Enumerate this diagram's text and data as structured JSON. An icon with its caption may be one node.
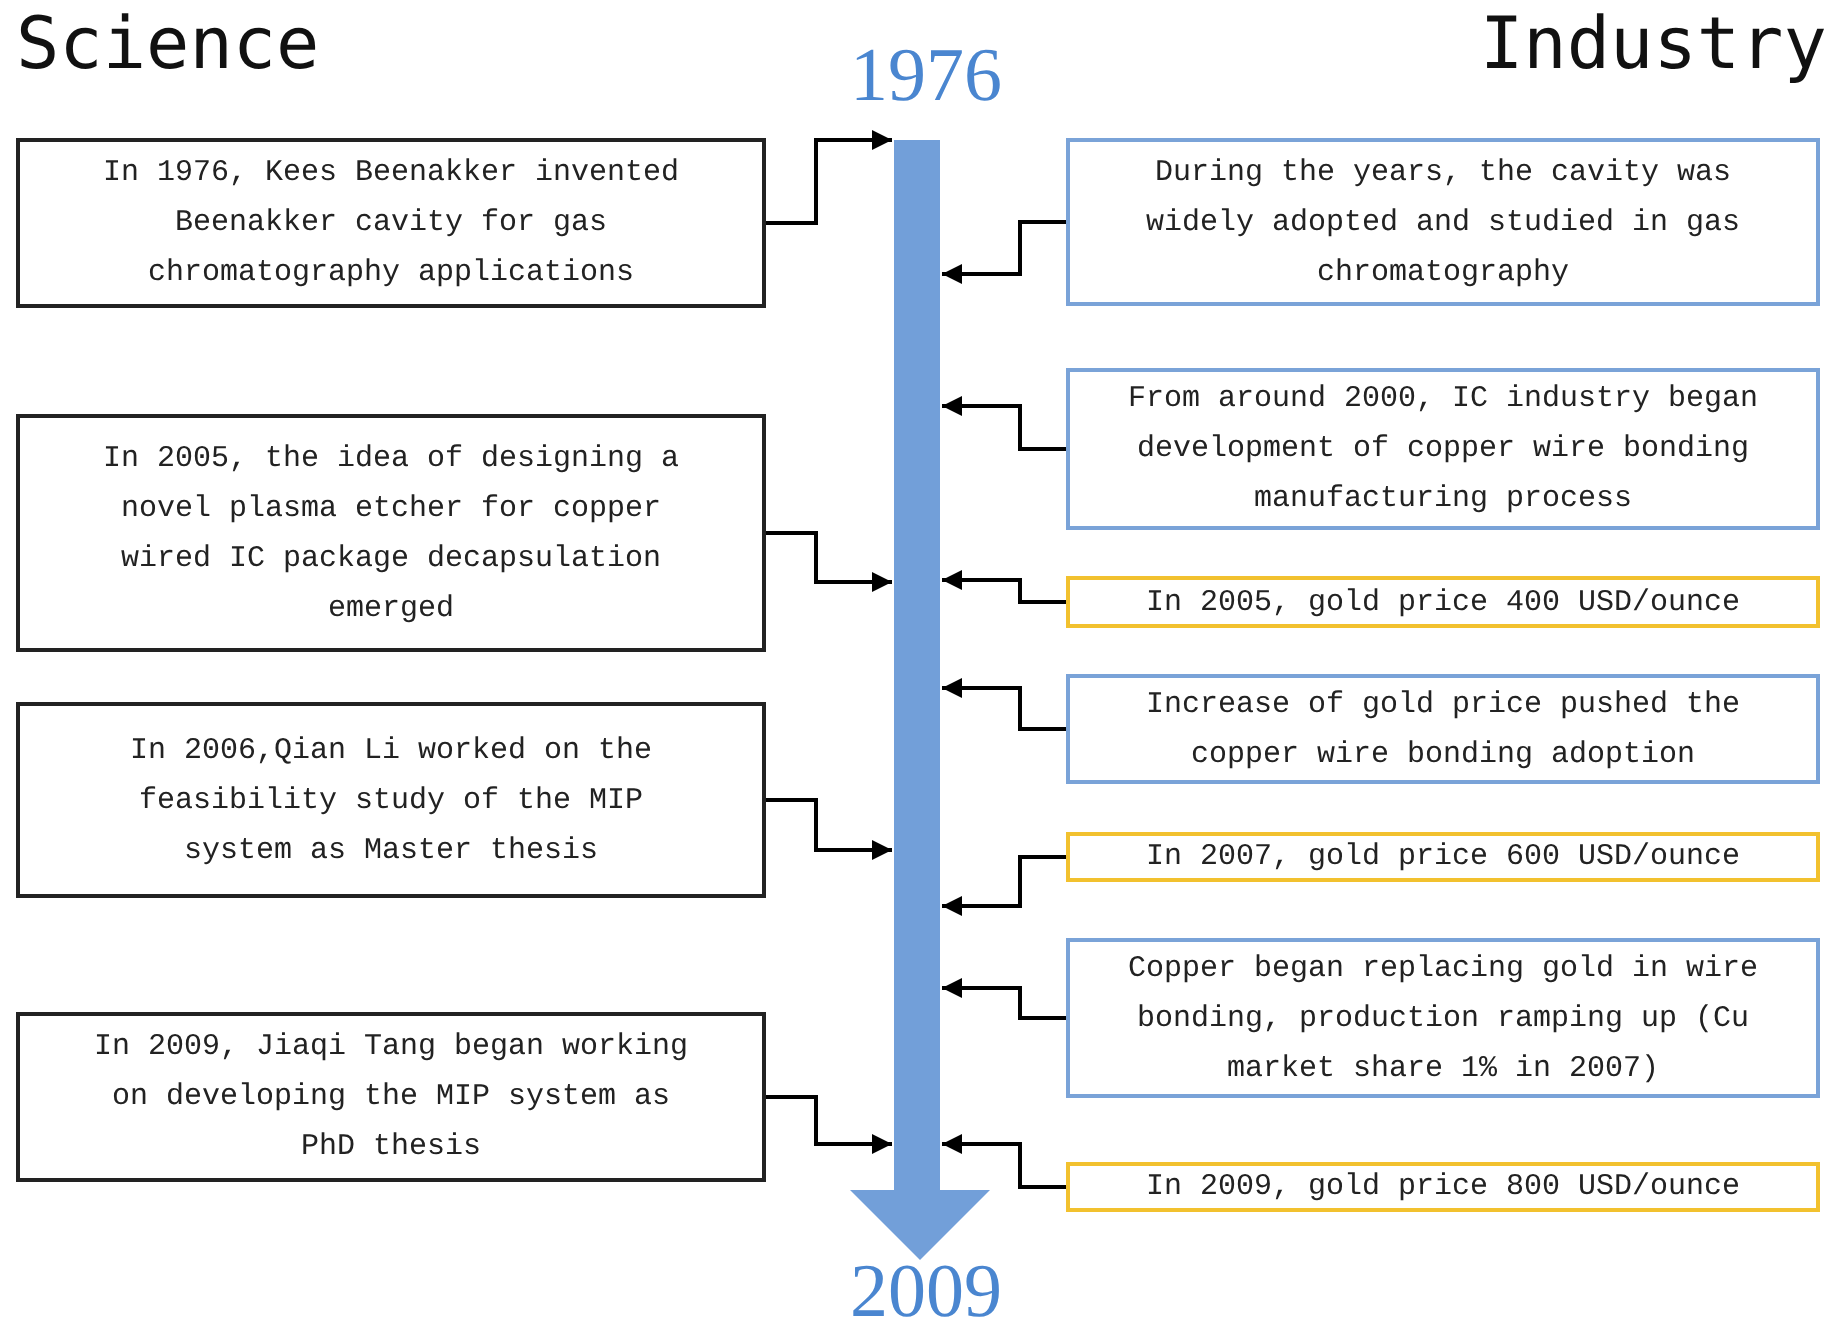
{
  "diagram": {
    "nodes": [
      {
        "text": [
          "1976",
          "2009"
        ]
      },
      {
        "text": [
          "In 1976, Kees Beenakker invented Beenakker cavity for gas chromatography applications"
        ]
      },
      {
        "text": [
          "In 2005, the idea of designing a novel plasma etcher for copper wired IC package decapsulation emerged"
        ]
      },
      {
        "text": [
          "In 2006,Qian Li worked on the feasibility study of the MIP system as Master thesis"
        ]
      },
      {
        "text": [
          "In 2009, Jiaqi Tang began working on developing the MIP system as PhD thesis"
        ]
      },
      {
        "text": [
          "During the years, the cavity was widely adopted and studied in gas chromatography"
        ]
      },
      {
        "text": [
          "From around 2000, IC industry began development of copper wire bonding manufacturing process"
        ]
      },
      {
        "text": [
          "In 2005, gold price 400 USD/ounce"
        ]
      },
      {
        "text": [
          "Increase of gold price pushed the copper wire bonding adoption"
        ]
      },
      {
        "text": [
          "In 2007, gold price 600 USD/ounce"
        ]
      },
      {
        "text": [
          "Copper began replacing gold in wire bonding, production ramping up (Cu market share 1% in 2007)"
        ]
      },
      {
        "text": [
          "In 2009, gold price 800 USD/ounce"
        ]
      }
    ],
    "edges": [
      {
        "from": 1,
        "to": 0,
        "arrow": "to"
      },
      {
        "from": 2,
        "to": 0,
        "arrow": "to"
      },
      {
        "from": 3,
        "to": 0,
        "arrow": "to"
      },
      {
        "from": 4,
        "to": 0,
        "arrow": "to"
      },
      {
        "from": 5,
        "to": 0,
        "arrow": "to"
      },
      {
        "from": 6,
        "to": 0,
        "arrow": "to"
      },
      {
        "from": 7,
        "to": 0,
        "arrow": "to"
      },
      {
        "from": 8,
        "to": 0,
        "arrow": "to"
      },
      {
        "from": 9,
        "to": 0,
        "arrow": "to"
      },
      {
        "from": 10,
        "to": 0,
        "arrow": "to"
      },
      {
        "from": 11,
        "to": 0,
        "arrow": "to"
      }
    ],
    "labels": [
      "Science",
      "Industry"
    ]
  }
}
